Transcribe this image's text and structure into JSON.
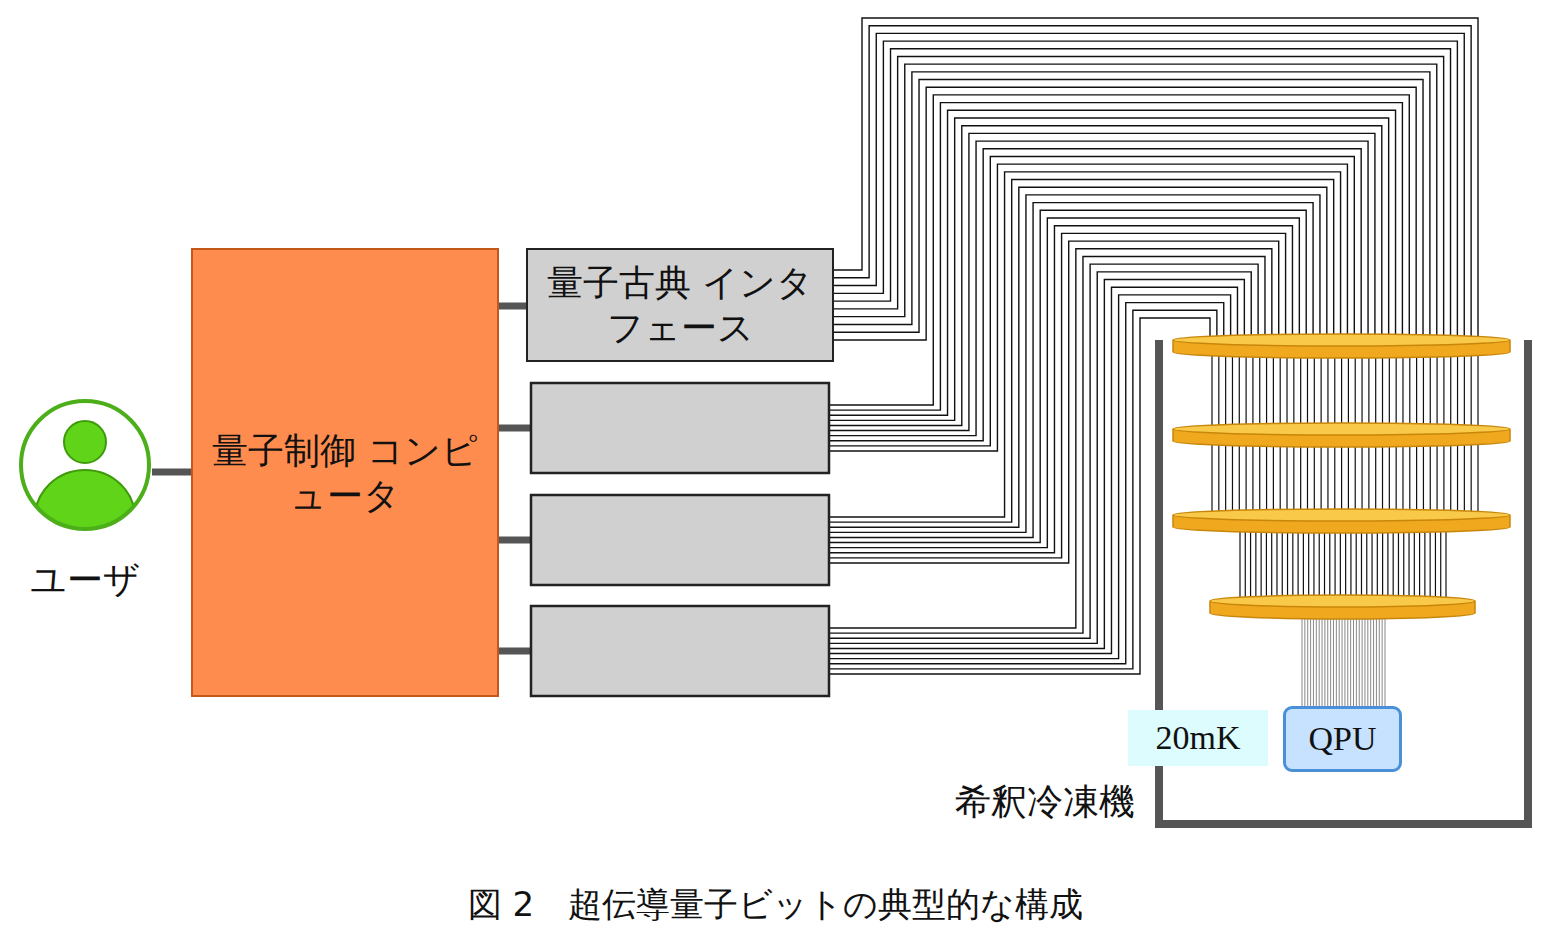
{
  "diagram": {
    "caption": "図 2　超伝導量子ビットの典型的な構成",
    "nodes": [
      {
        "text": [
          "ユーザ"
        ]
      },
      {
        "text": [
          "量子制御 コンピュータ"
        ]
      },
      {
        "text": [
          "量子古典 インタフェース"
        ]
      },
      {
        "text": [
          "20mK"
        ]
      },
      {
        "text": [
          "QPU"
        ]
      }
    ],
    "edges": [
      {
        "from": 0,
        "to": 1,
        "arrow": "none"
      },
      {
        "from": 1,
        "to": 2,
        "arrow": "none"
      }
    ],
    "labels": [
      "希釈冷凍機"
    ]
  }
}
